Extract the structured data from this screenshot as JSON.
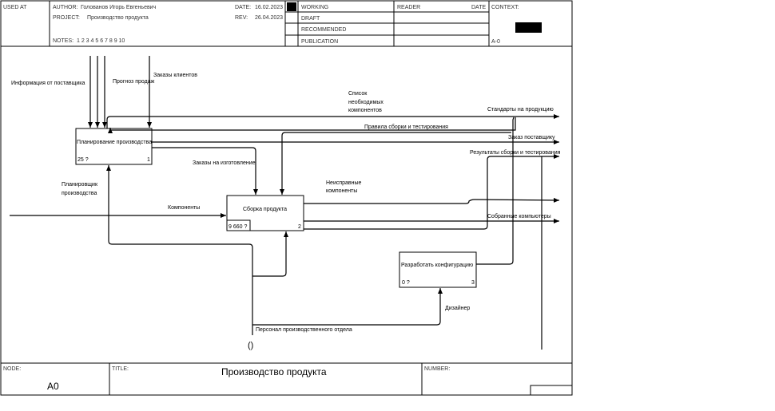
{
  "header": {
    "used_at_label": "USED AT",
    "author_label": "AUTHOR:",
    "author_value": "Голованов Игорь Евгеньевич",
    "project_label": "PROJECT:",
    "project_value": "Производство продукта",
    "date_label": "DATE:",
    "date_value": "16.02.2023",
    "rev_label": "REV:",
    "rev_value": "26.04.2023",
    "notes_label": "NOTES:",
    "notes_value": "1  2  3  4  5  6  7  8  9  10",
    "status": [
      "WORKING",
      "DRAFT",
      "RECOMMENDED",
      "PUBLICATION"
    ],
    "reader_label": "READER",
    "date2_label": "DATE",
    "context_label": "CONTEXT:",
    "context_node": "A-0"
  },
  "footer": {
    "node_label": "NODE:",
    "node_value": "A0",
    "title_label": "TITLE:",
    "title_value": "Производство продукта",
    "number_label": "NUMBER:"
  },
  "boxes": [
    {
      "name": "Планирование производства",
      "cost": "25 ?",
      "num": "1"
    },
    {
      "name": "Сборка продукта",
      "cost": "9 660 ?",
      "num": "2"
    },
    {
      "name": "Разработать конфигурацию",
      "cost": "0 ?",
      "num": "3"
    }
  ],
  "arrows": {
    "info_supplier": "Информация  от поставщика",
    "sales_forecast": "Прогноз продаж",
    "client_orders": "Заказы клиентов",
    "components_list": [
      "Список",
      "необходимых",
      "компонентов"
    ],
    "standards": "Стандарты на продукцию",
    "assembly_rules": "Правила сборки и тестирования",
    "supplier_order": "Заказ поставщику",
    "test_results": "Результаты сборки и тестирования",
    "mfg_orders": "Заказы на изготовление",
    "planner": [
      "Планировщик",
      "производства"
    ],
    "components": "Компоненты",
    "faulty": [
      "Неисправные",
      "компоненты"
    ],
    "assembled": "Собранные компьютеры",
    "designer": "Дизайнер",
    "personnel": "Персонал производственного отдела",
    "tunnel": "()"
  }
}
